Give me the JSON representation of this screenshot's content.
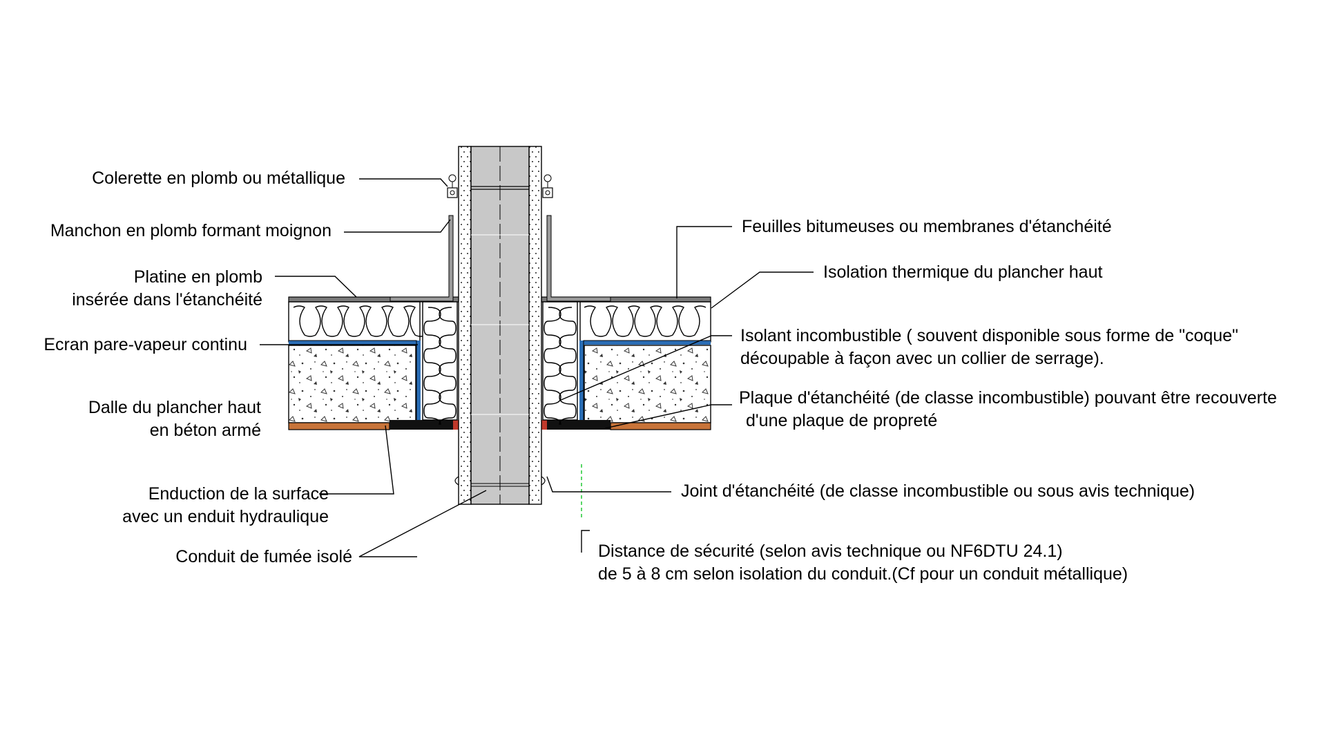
{
  "labels": {
    "colerette": "Colerette en plomb ou métallique",
    "manchon": "Manchon en plomb formant moignon",
    "platine_1": "Platine en plomb",
    "platine_2": "insérée dans l'étanchéité",
    "ecran": "Ecran pare-vapeur continu",
    "dalle_1": "Dalle du plancher haut",
    "dalle_2": "en béton armé",
    "enduction_1": "Enduction de la surface",
    "enduction_2": "avec un enduit hydraulique",
    "conduit": "Conduit de fumée isolé",
    "feuilles": "Feuilles bitumeuses ou membranes d'étanchéité",
    "isolation": "Isolation thermique du plancher haut",
    "isolant_1": "Isolant incombustible ( souvent disponible sous forme de \"coque\"",
    "isolant_2": "découpable à façon avec un collier de serrage).",
    "plaque_1": "Plaque d'étanchéité (de classe incombustible) pouvant être recouverte",
    "plaque_2": "d'une plaque de propreté",
    "joint": "Joint d'étanchéité (de classe incombustible ou sous avis technique)",
    "distance_1": "Distance de sécurité (selon avis technique ou NF6DTU 24.1)",
    "distance_2": "de 5 à 8 cm selon isolation du conduit.(Cf pour un conduit métallique)"
  },
  "colors": {
    "vapor_barrier": "#2a6db5",
    "render_layer": "#c8743a",
    "seal_plate": "#111111",
    "joint_red": "#c0392b",
    "flue": "#c8c8c8",
    "safety_line": "#2ecc40"
  }
}
